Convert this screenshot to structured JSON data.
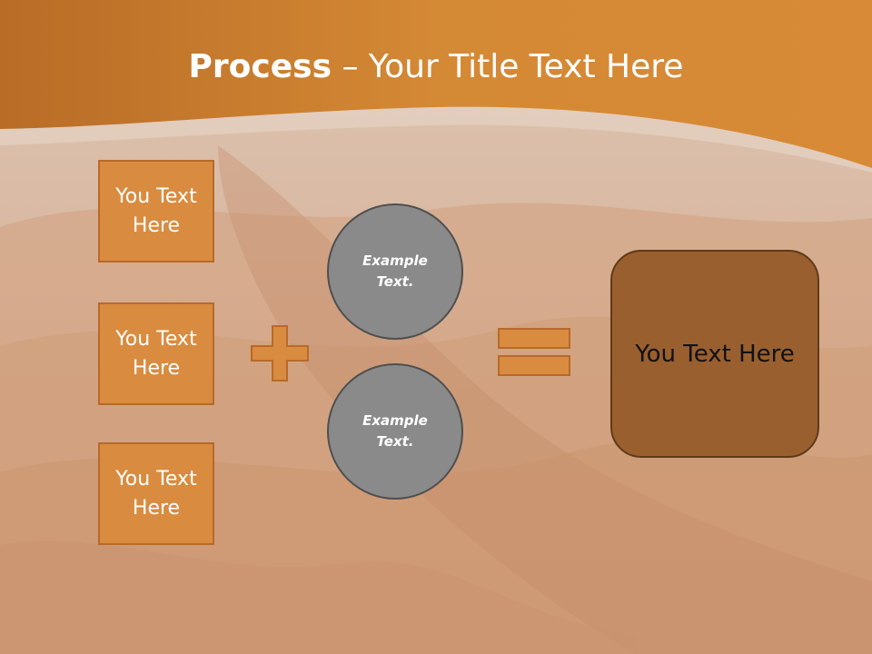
{
  "title": {
    "bold": "Process",
    "rest": " – Your Title Text Here"
  },
  "left_boxes": [
    {
      "label": "You Text Here"
    },
    {
      "label": "You Text Here"
    },
    {
      "label": "You Text Here"
    }
  ],
  "circles": [
    {
      "label": "Example Text."
    },
    {
      "label": "Example Text."
    }
  ],
  "result": {
    "label": "You Text Here"
  },
  "colors": {
    "header": "#d2802f",
    "box_fill": "#d98c3f",
    "circle_fill": "#8a8a8a",
    "result_fill": "#9a5f2e"
  }
}
